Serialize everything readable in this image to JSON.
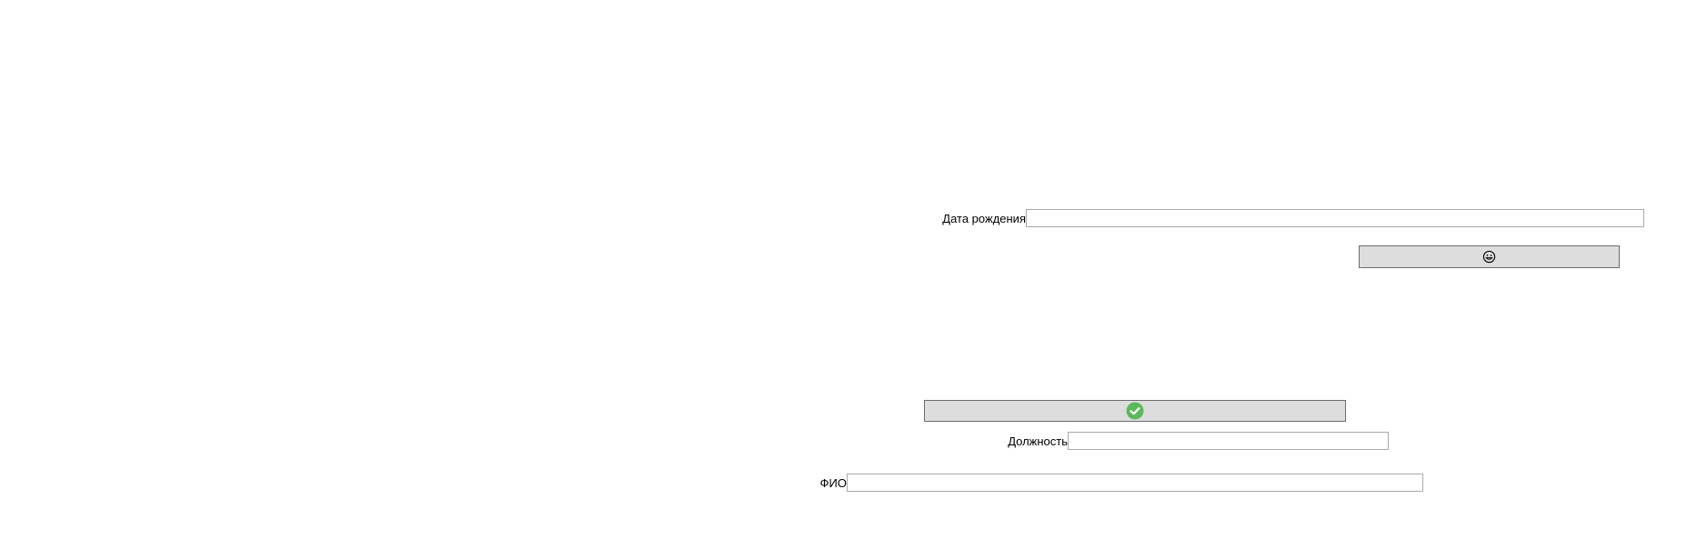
{
  "form": {
    "birth_date": {
      "label": "Дата рождения",
      "value": "",
      "placeholder": ""
    },
    "position": {
      "label": "Должность",
      "value": "",
      "placeholder": ""
    },
    "full_name": {
      "label": "ФИО",
      "value": "",
      "placeholder": ""
    },
    "smile_button": {
      "icon": "smiley-face-icon"
    },
    "confirm_button": {
      "icon": "check-circle-icon",
      "accent_color": "#5cb85c"
    }
  }
}
